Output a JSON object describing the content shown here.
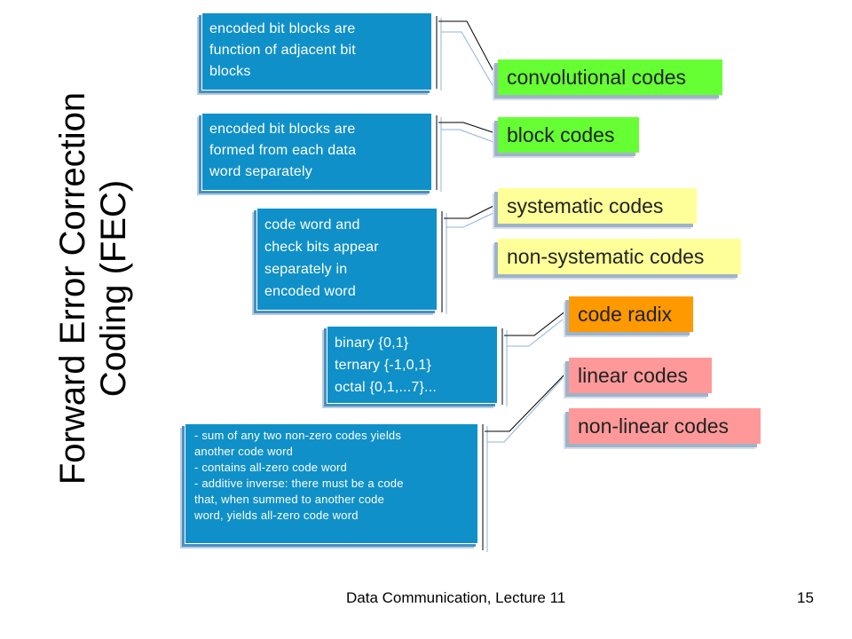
{
  "title_lines": [
    "Forward Error Correction",
    "Coding (FEC)"
  ],
  "descriptions": {
    "convolutional": "encoded bit blocks are\nfunction of adjacent bit\nblocks",
    "block": "encoded bit blocks are\nformed from each data\nword separately",
    "systematic": "code word and\ncheck bits appear\nseparately in\nencoded word",
    "radix": "binary {0,1}\nternary {-1,0,1}\noctal {0,1,...7}...",
    "linear": "- sum of any two non-zero codes yields\n  another code word\n- contains all-zero code word\n- additive inverse: there must be a code\n  that, when summed to another code\n  word, yields all-zero code word"
  },
  "labels": {
    "convolutional_codes": "convolutional codes",
    "block_codes": "block codes",
    "systematic_codes": "systematic codes",
    "non_systematic_codes": "non-systematic codes",
    "code_radix": "code radix",
    "linear_codes": "linear codes",
    "non_linear_codes": "non-linear codes"
  },
  "colors": {
    "box_blue": "#1090c8",
    "green": "#66ff33",
    "yellow": "#ffff99",
    "orange": "#ff9900",
    "pink": "#ff9999"
  },
  "footer": {
    "course": "Data Communication, Lecture 11",
    "page": "15"
  }
}
